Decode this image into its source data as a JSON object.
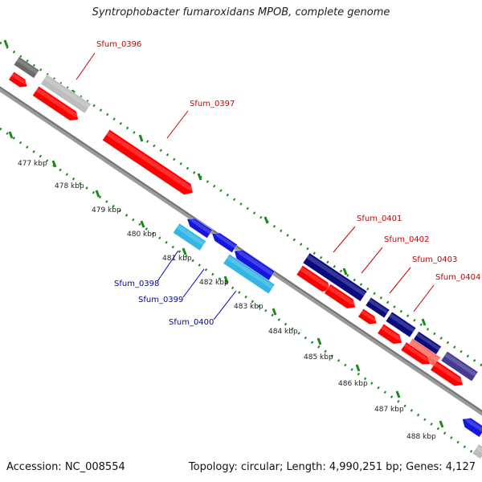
{
  "title": "Syntrophobacter fumaroxidans MPOB, complete genome",
  "footer": {
    "accession": "Accession: NC_008554",
    "summary": "Topology: circular; Length: 4,990,251 bp; Genes: 4,127"
  },
  "colors": {
    "backbone": "#8c8c8c",
    "dotted_ring": "#1a8a1a",
    "forward_gene": "#ff0000",
    "light_red_gene": "#ff6a5a",
    "gray_gene": "#bdbdbd",
    "dark_gray_gene": "#6a6a6a",
    "blue_gene": "#1515e0",
    "navy_gene": "#0a0a80",
    "cyan_gene": "#33b5e5",
    "slate_gene": "#443a90",
    "red_label": "#cc0000",
    "blue_label": "#0000aa"
  },
  "scale": {
    "unit": "kbp",
    "ticks": [
      "477 kbp",
      "478 kbp",
      "479 kbp",
      "480 kbp",
      "481 kbp",
      "482 kbp",
      "483 kbp",
      "484 kbp",
      "485 kbp",
      "486 kbp",
      "487 kbp",
      "488 kbp"
    ]
  },
  "gene_labels": {
    "above": [
      "Sfum_0396",
      "Sfum_0397",
      "Sfum_0401",
      "Sfum_0402",
      "Sfum_0403",
      "Sfum_0404"
    ],
    "below": [
      "Sfum_0398",
      "Sfum_0399",
      "Sfum_0400"
    ]
  }
}
